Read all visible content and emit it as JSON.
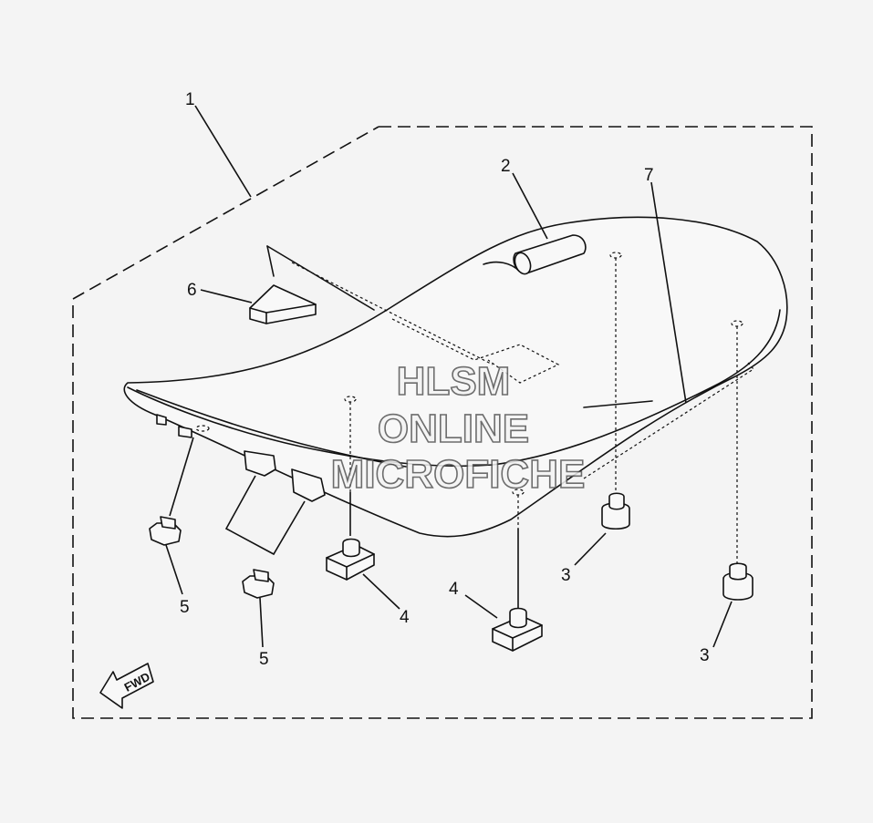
{
  "diagram": {
    "callouts": [
      {
        "id": "1",
        "label": "1"
      },
      {
        "id": "2",
        "label": "2"
      },
      {
        "id": "3a",
        "label": "3"
      },
      {
        "id": "3b",
        "label": "3"
      },
      {
        "id": "4a",
        "label": "4"
      },
      {
        "id": "4b",
        "label": "4"
      },
      {
        "id": "5a",
        "label": "5"
      },
      {
        "id": "5b",
        "label": "5"
      },
      {
        "id": "6",
        "label": "6"
      },
      {
        "id": "7",
        "label": "7"
      }
    ],
    "watermark": [
      "HLSM",
      "ONLINE",
      "MICROFICHE"
    ],
    "fwd_label": "FWD"
  }
}
